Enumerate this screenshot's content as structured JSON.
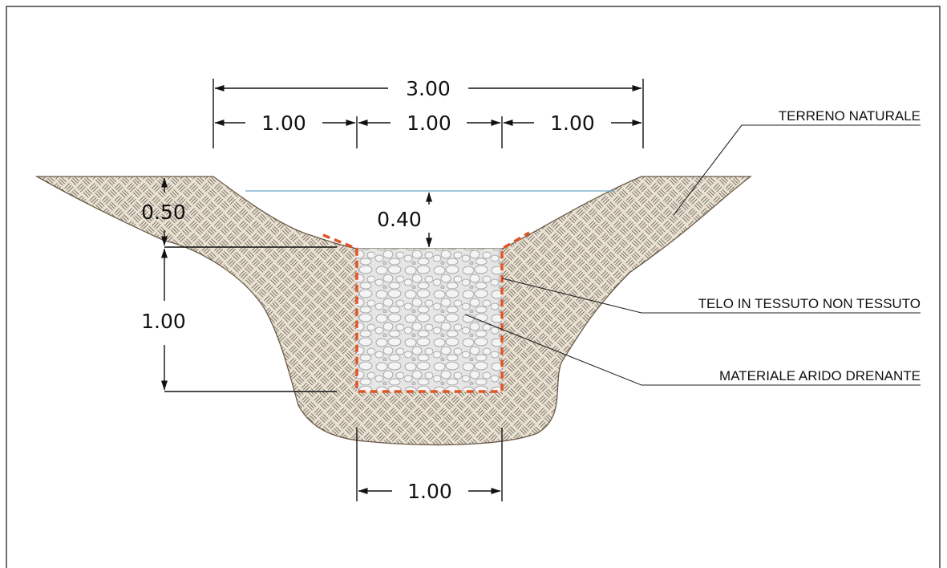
{
  "dimensions": {
    "top_total": "3.00",
    "top_left": "1.00",
    "top_middle": "1.00",
    "top_right": "1.00",
    "left_upper": "0.50",
    "left_lower": "1.00",
    "center_depth": "0.40",
    "bottom_width": "1.00"
  },
  "labels": {
    "natural_ground": "TERRENO NATURALE",
    "geotextile": "TELO IN TESSUTO NON TESSUTO",
    "drainage_fill": "MATERIALE ARIDO DRENANTE"
  },
  "colors": {
    "soil_fill": "#e9e1d2",
    "soil_hatch": "#7d7468",
    "soil_outline": "#6a5a48",
    "gravel_fill": "#e6e6e6",
    "gravel_stone": "#a9a9a9",
    "geotextile": "#e0562a",
    "water_line": "#6aa6c8"
  }
}
